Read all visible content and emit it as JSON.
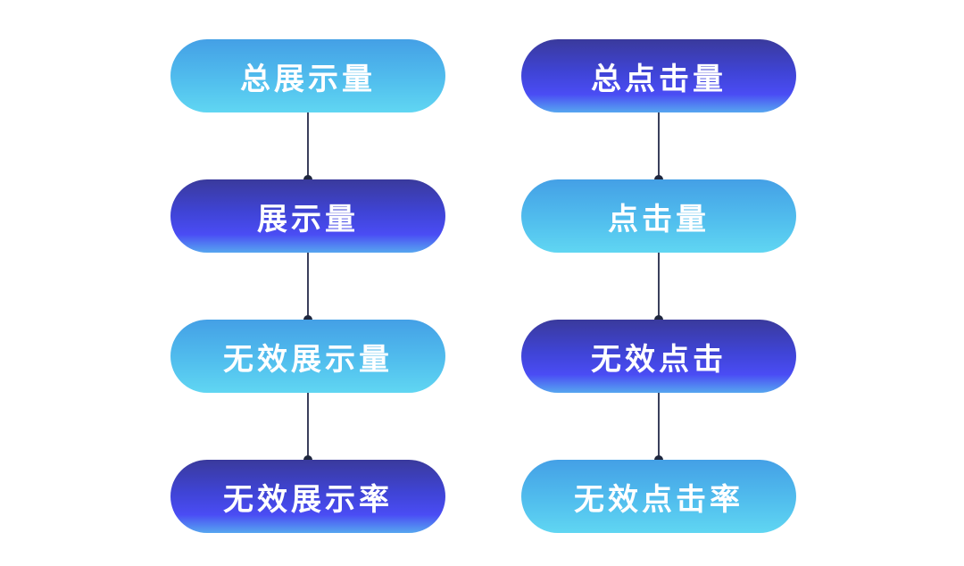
{
  "flows": {
    "left": {
      "nodes": [
        {
          "label": "总展示量",
          "style": "light"
        },
        {
          "label": "展示量",
          "style": "dark"
        },
        {
          "label": "无效展示量",
          "style": "light"
        },
        {
          "label": "无效展示率",
          "style": "dark"
        }
      ]
    },
    "right": {
      "nodes": [
        {
          "label": "总点击量",
          "style": "dark"
        },
        {
          "label": "点击量",
          "style": "light"
        },
        {
          "label": "无效点击",
          "style": "dark"
        },
        {
          "label": "无效点击率",
          "style": "light"
        }
      ]
    }
  },
  "colors": {
    "light_gradient": [
      "#44a0e6",
      "#60d6f2"
    ],
    "dark_gradient": [
      "#3a3a9c",
      "#4a4cf4",
      "#56a6f0"
    ],
    "connector": "#3a3f5c",
    "text": "#ffffff"
  }
}
